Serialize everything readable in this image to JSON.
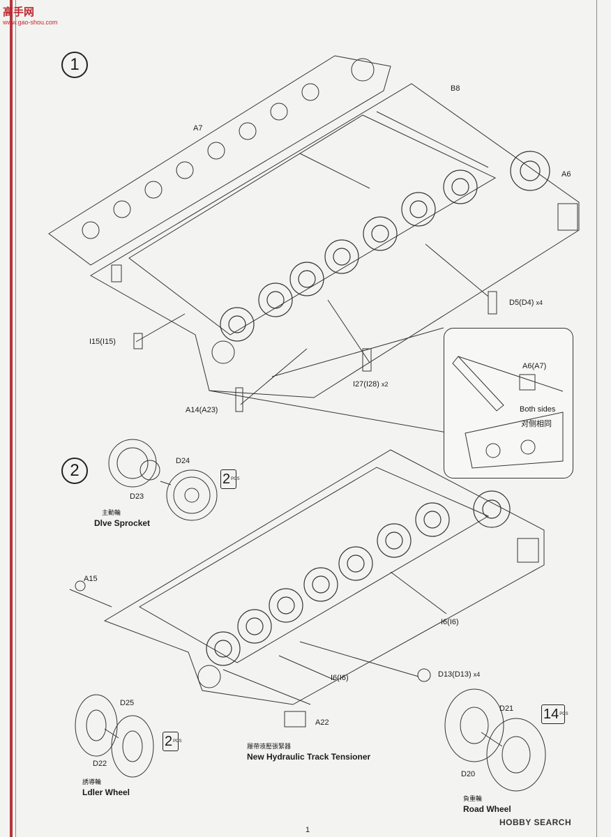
{
  "watermark": {
    "logo_text": "高手网",
    "logo_url": "www.gao-shou.com"
  },
  "steps": [
    {
      "number": "1"
    },
    {
      "number": "2"
    }
  ],
  "step1_parts": {
    "a7": "A7",
    "b8": "B8",
    "a6": "A6",
    "d5": "D5(D4)",
    "d5_qty": "x4",
    "i15": "I15(I15)",
    "i27": "I27(I28)",
    "i27_qty": "x2",
    "a14": "A14(A23)"
  },
  "inset": {
    "part": "A6(A7)",
    "note_en": "Both sides",
    "note_cn": "对侧相同"
  },
  "sprocket": {
    "d24": "D24",
    "d23": "D23",
    "pcs": "2",
    "pcs_unit": "PCS",
    "caption_cn": "主動輪",
    "caption_en": "Dlve Sprocket"
  },
  "step2_parts": {
    "a15": "A15",
    "i6a": "I6(I6)",
    "i6b": "I6(I6)",
    "d13": "D13(D13)",
    "d13_qty": "x4",
    "a22": "A22"
  },
  "tensioner": {
    "caption_cn": "履帶液壓張緊器",
    "caption_en": "New Hydraulic Track Tensioner"
  },
  "idler": {
    "d25": "D25",
    "d22": "D22",
    "pcs": "2",
    "pcs_unit": "PCS",
    "caption_cn": "誘導輪",
    "caption_en": "Ldler Wheel"
  },
  "road": {
    "d21": "D21",
    "d20": "D20",
    "pcs": "14",
    "pcs_unit": "PCS",
    "caption_cn": "負重輪",
    "caption_en": "Road Wheel"
  },
  "footer": {
    "page_number": "1",
    "brand": "HOBBY SEARCH"
  }
}
